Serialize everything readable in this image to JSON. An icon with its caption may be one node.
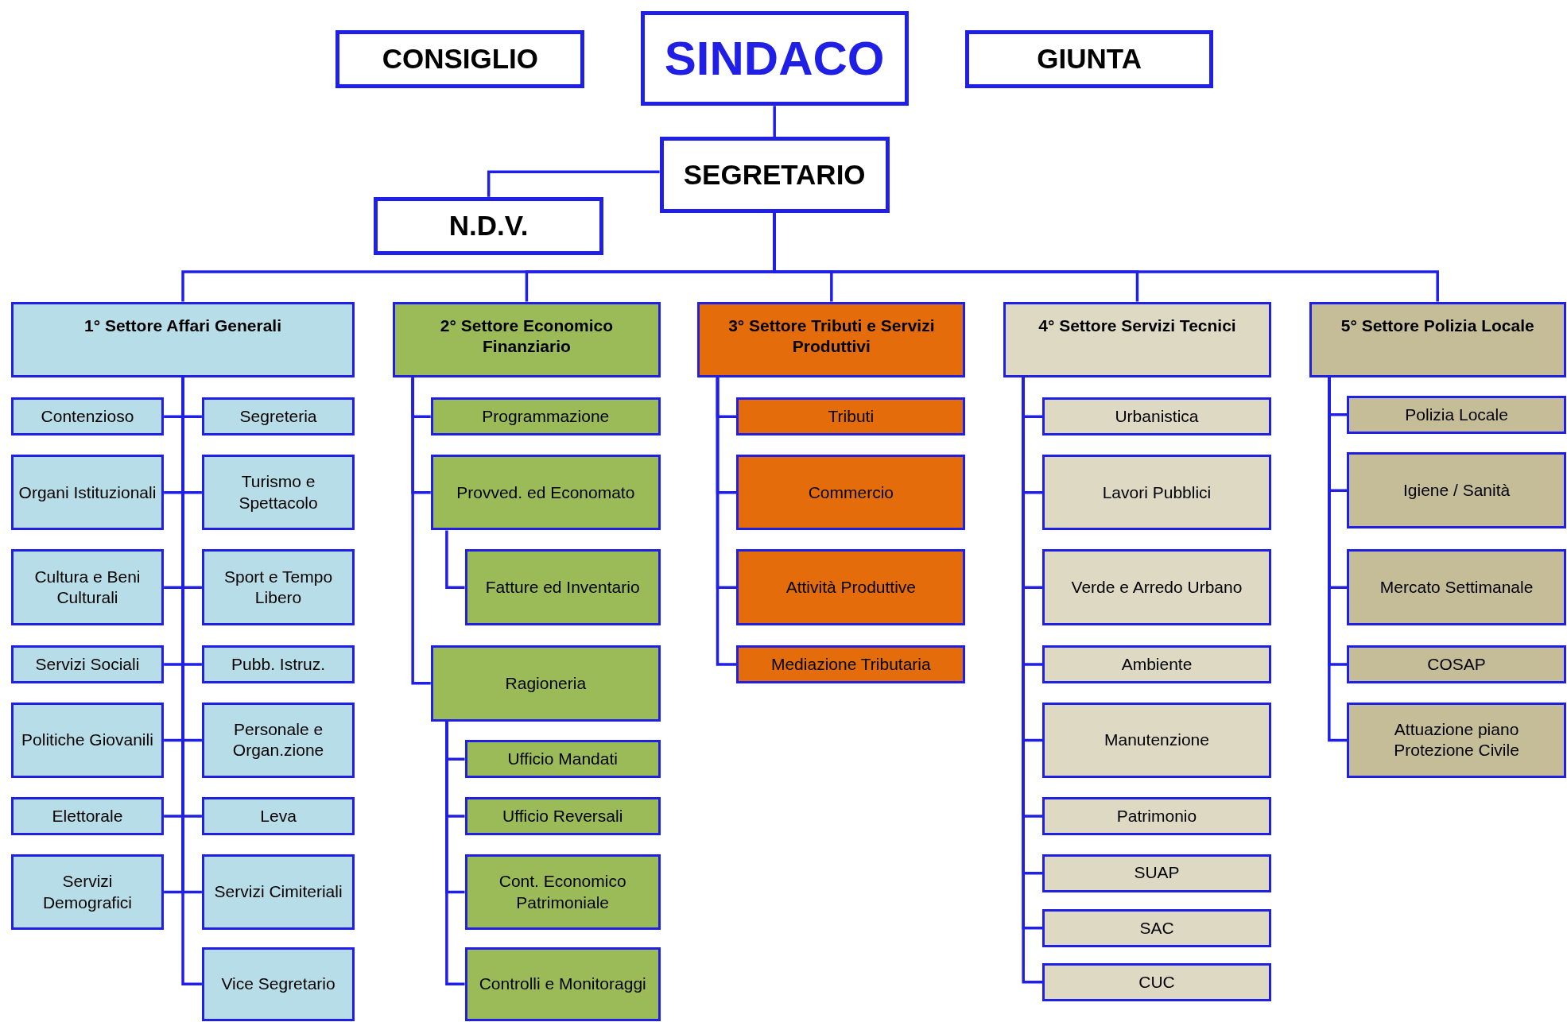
{
  "diagram": {
    "nodes": [
      {
        "text": [
          "CONSIGLIO"
        ]
      },
      {
        "text": [
          "SINDACO"
        ]
      },
      {
        "text": [
          "GIUNTA"
        ]
      },
      {
        "text": [
          "SEGRETARIO"
        ]
      },
      {
        "text": [
          "N.D.V."
        ]
      },
      {
        "text": [
          "1° Settore Affari Generali"
        ]
      },
      {
        "text": [
          "2° Settore Economico Finanziario"
        ]
      },
      {
        "text": [
          "3° Settore Tributi e Servizi Produttivi"
        ]
      },
      {
        "text": [
          "4° Settore Servizi Tecnici"
        ]
      },
      {
        "text": [
          "5° Settore Polizia Locale"
        ]
      },
      {
        "text": [
          "Contenzioso"
        ]
      },
      {
        "text": [
          "Segreteria"
        ]
      },
      {
        "text": [
          "Organi Istituzionali"
        ]
      },
      {
        "text": [
          "Turismo e Spettacolo"
        ]
      },
      {
        "text": [
          "Cultura e Beni Culturali"
        ]
      },
      {
        "text": [
          "Sport e Tempo Libero"
        ]
      },
      {
        "text": [
          "Servizi Sociali"
        ]
      },
      {
        "text": [
          "Pubb. Istruz."
        ]
      },
      {
        "text": [
          "Politiche Giovanili"
        ]
      },
      {
        "text": [
          "Personale e Organ.zione"
        ]
      },
      {
        "text": [
          "Elettorale"
        ]
      },
      {
        "text": [
          "Leva"
        ]
      },
      {
        "text": [
          "Servizi Demografici"
        ]
      },
      {
        "text": [
          "Servizi Cimiteriali"
        ]
      },
      {
        "text": [
          "Vice Segretario"
        ]
      },
      {
        "text": [
          "Programmazione"
        ]
      },
      {
        "text": [
          "Provved. ed Economato"
        ]
      },
      {
        "text": [
          "Fatture ed Inventario"
        ]
      },
      {
        "text": [
          "Ragioneria"
        ]
      },
      {
        "text": [
          "Ufficio Mandati"
        ]
      },
      {
        "text": [
          "Ufficio Reversali"
        ]
      },
      {
        "text": [
          "Cont. Economico Patrimoniale"
        ]
      },
      {
        "text": [
          "Controlli e Monitoraggi"
        ]
      },
      {
        "text": [
          "Tributi"
        ]
      },
      {
        "text": [
          "Commercio"
        ]
      },
      {
        "text": [
          "Attività Produttive"
        ]
      },
      {
        "text": [
          "Mediazione Tributaria"
        ]
      },
      {
        "text": [
          "Urbanistica"
        ]
      },
      {
        "text": [
          "Lavori Pubblici"
        ]
      },
      {
        "text": [
          "Verde e Arredo Urbano"
        ]
      },
      {
        "text": [
          "Ambiente"
        ]
      },
      {
        "text": [
          "Manutenzione"
        ]
      },
      {
        "text": [
          "Patrimonio"
        ]
      },
      {
        "text": [
          "SUAP"
        ]
      },
      {
        "text": [
          "SAC"
        ]
      },
      {
        "text": [
          "CUC"
        ]
      },
      {
        "text": [
          "Polizia Locale"
        ]
      },
      {
        "text": [
          "Igiene / Sanità"
        ]
      },
      {
        "text": [
          "Mercato Settimanale"
        ]
      },
      {
        "text": [
          "COSAP"
        ]
      },
      {
        "text": [
          "Attuazione piano Protezione Civile"
        ]
      }
    ],
    "edges": [
      {
        "from": 1,
        "to": 3,
        "arrow": "none"
      },
      {
        "from": 3,
        "to": 4,
        "arrow": "none"
      },
      {
        "from": 3,
        "to": 5,
        "arrow": "none"
      },
      {
        "from": 3,
        "to": 6,
        "arrow": "none"
      },
      {
        "from": 3,
        "to": 7,
        "arrow": "none"
      },
      {
        "from": 3,
        "to": 8,
        "arrow": "none"
      },
      {
        "from": 3,
        "to": 9,
        "arrow": "none"
      },
      {
        "from": 5,
        "to": 10,
        "arrow": "none"
      },
      {
        "from": 5,
        "to": 11,
        "arrow": "none"
      },
      {
        "from": 5,
        "to": 12,
        "arrow": "none"
      },
      {
        "from": 5,
        "to": 13,
        "arrow": "none"
      },
      {
        "from": 5,
        "to": 14,
        "arrow": "none"
      },
      {
        "from": 5,
        "to": 15,
        "arrow": "none"
      },
      {
        "from": 5,
        "to": 16,
        "arrow": "none"
      },
      {
        "from": 5,
        "to": 17,
        "arrow": "none"
      },
      {
        "from": 5,
        "to": 18,
        "arrow": "none"
      },
      {
        "from": 5,
        "to": 19,
        "arrow": "none"
      },
      {
        "from": 5,
        "to": 20,
        "arrow": "none"
      },
      {
        "from": 5,
        "to": 21,
        "arrow": "none"
      },
      {
        "from": 5,
        "to": 22,
        "arrow": "none"
      },
      {
        "from": 5,
        "to": 23,
        "arrow": "none"
      },
      {
        "from": 5,
        "to": 24,
        "arrow": "none"
      },
      {
        "from": 6,
        "to": 25,
        "arrow": "none"
      },
      {
        "from": 6,
        "to": 26,
        "arrow": "none"
      },
      {
        "from": 26,
        "to": 27,
        "arrow": "none"
      },
      {
        "from": 6,
        "to": 28,
        "arrow": "none"
      },
      {
        "from": 28,
        "to": 29,
        "arrow": "none"
      },
      {
        "from": 28,
        "to": 30,
        "arrow": "none"
      },
      {
        "from": 28,
        "to": 31,
        "arrow": "none"
      },
      {
        "from": 28,
        "to": 32,
        "arrow": "none"
      },
      {
        "from": 7,
        "to": 33,
        "arrow": "none"
      },
      {
        "from": 7,
        "to": 34,
        "arrow": "none"
      },
      {
        "from": 7,
        "to": 35,
        "arrow": "none"
      },
      {
        "from": 7,
        "to": 36,
        "arrow": "none"
      },
      {
        "from": 8,
        "to": 37,
        "arrow": "none"
      },
      {
        "from": 8,
        "to": 38,
        "arrow": "none"
      },
      {
        "from": 8,
        "to": 39,
        "arrow": "none"
      },
      {
        "from": 8,
        "to": 40,
        "arrow": "none"
      },
      {
        "from": 8,
        "to": 41,
        "arrow": "none"
      },
      {
        "from": 8,
        "to": 42,
        "arrow": "none"
      },
      {
        "from": 8,
        "to": 43,
        "arrow": "none"
      },
      {
        "from": 8,
        "to": 44,
        "arrow": "none"
      },
      {
        "from": 8,
        "to": 45,
        "arrow": "none"
      },
      {
        "from": 9,
        "to": 46,
        "arrow": "none"
      },
      {
        "from": 9,
        "to": 47,
        "arrow": "none"
      },
      {
        "from": 9,
        "to": 48,
        "arrow": "none"
      },
      {
        "from": 9,
        "to": 49,
        "arrow": "none"
      },
      {
        "from": 9,
        "to": 50,
        "arrow": "none"
      }
    ]
  }
}
